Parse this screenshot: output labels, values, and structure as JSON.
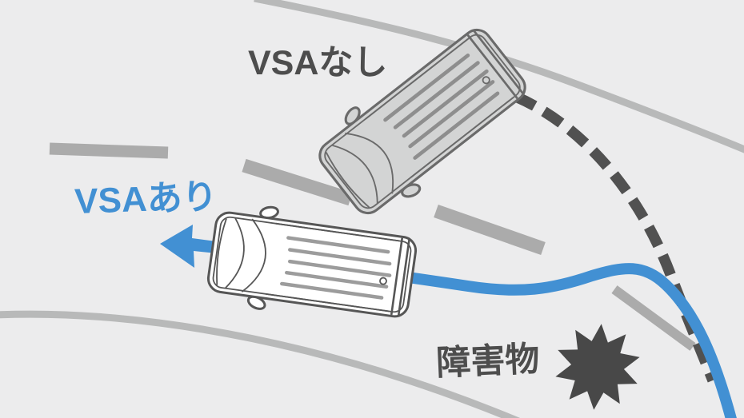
{
  "diagram": {
    "labels": {
      "vsa_off": "VSAなし",
      "vsa_on": "VSAあり",
      "obstacle": "障害物"
    },
    "colors": {
      "background": "#ececed",
      "accent_blue": "#4290d3",
      "trajectory_dark": "#515151",
      "text_dark": "#4d4d4d",
      "road_edge": "#b8b9b9",
      "lane_dash": "#ababab",
      "van_white_fill": "#ffffff",
      "van_gray_fill": "#d3d4d4",
      "van_outline": "#565656",
      "star_fill": "#484848"
    }
  }
}
